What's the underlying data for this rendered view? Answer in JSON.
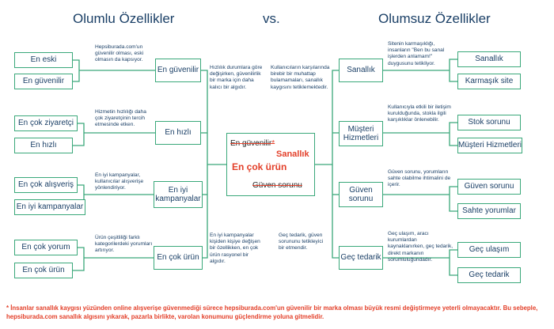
{
  "headers": {
    "left": "Olumlu Özellikler",
    "mid": "vs.",
    "right": "Olumsuz Özellikler"
  },
  "left": {
    "g1": {
      "main": "En güvenilir",
      "sub1": "En eski",
      "sub2": "En güvenilir",
      "note_outer": "Hepsiburada.com'un güvenilir olması, eski olmasın da kapsıyor.",
      "note_inner": "Hızlılık durumlara göre değişirken, güvenilirlik bir marka için daha kalıcı bir algıdır."
    },
    "g2": {
      "main": "En hızlı",
      "sub1": "En çok ziyaretçi",
      "sub2": "En hızlı",
      "note_outer": "Hizmetin hızlılığı daha çok ziyaretçinin tercih etmesinde etken."
    },
    "g3": {
      "main": "En iyi kampanyalar",
      "sub1": "En çok alışveriş",
      "sub2": "En iyi kampanyalar",
      "note_outer": "En iyi kampanyalar, kullanıcılar alışverişe yönlendiriyor."
    },
    "g4": {
      "main": "En çok ürün",
      "sub1": "En çok yorum",
      "sub2": "En çok ürün",
      "note_outer": "Ürün çeşitliliği farklı kategorilerdeki yorumları artırıyor.",
      "note_inner": "En iyi kampanyalar kişiden kişiye değişen bir özellikken, en çok ürün rasyonel bir algıdır."
    }
  },
  "right": {
    "g1": {
      "main": "Sanallık",
      "sub1": "Sanallık",
      "sub2": "Karmaşık site",
      "note_outer": "Sitenin karmaşıklığı, insanların \"Ben bu sanal işlerden anlamam!\" duygusunu tetikliyor.",
      "note_inner": "Kullanıcıların karşılarında birebir bir muhattap bulamamaları, sanallık kaygısını tetiklemektedir."
    },
    "g2": {
      "main": "Müşteri Hizmetleri",
      "sub1": "Stok sorunu",
      "sub2": "Müşteri Hizmetleri",
      "note_outer": "Kullanıcıyla etkili bir iletişim kurulduğunda, stokla ilgili karşıklıklar önlenebilir."
    },
    "g3": {
      "main": "Güven sorunu",
      "sub1": "Güven sorunu",
      "sub2": "Sahte yorumlar",
      "note_outer": "Güven sorunu, yorumların sahte olabilme ihtimalini de içerir."
    },
    "g4": {
      "main": "Geç tedarik",
      "sub1": "Geç ulaşım",
      "sub2": "Geç tedarik",
      "note_outer": "Geç ulaşım, aracı kurumlardan kaynaklanırken, geç tedarik, direkt markanın sorumluluğundadır.",
      "note_inner": "Geç tedarik, güven sorununu tetikleyici bir etmendir."
    }
  },
  "center": {
    "line1": "En güvenilir",
    "star": "*",
    "line2": "Sanallık",
    "line3": "En çok ürün",
    "line4": "Güven sorunu"
  },
  "footnote": "* İnsanlar sanallık kaygısı yüzünden online alışverişe güvenmediği sürece hepsiburada.com'un güvenilir bir marka olması büyük resmi değiştirmeye yeterli olmayacaktır. Bu sebeple, hepsiburada.com sanallık algısını yıkarak, pazarla birlikte, varolan konumunu güçlendirme yoluna gitmelidir."
}
